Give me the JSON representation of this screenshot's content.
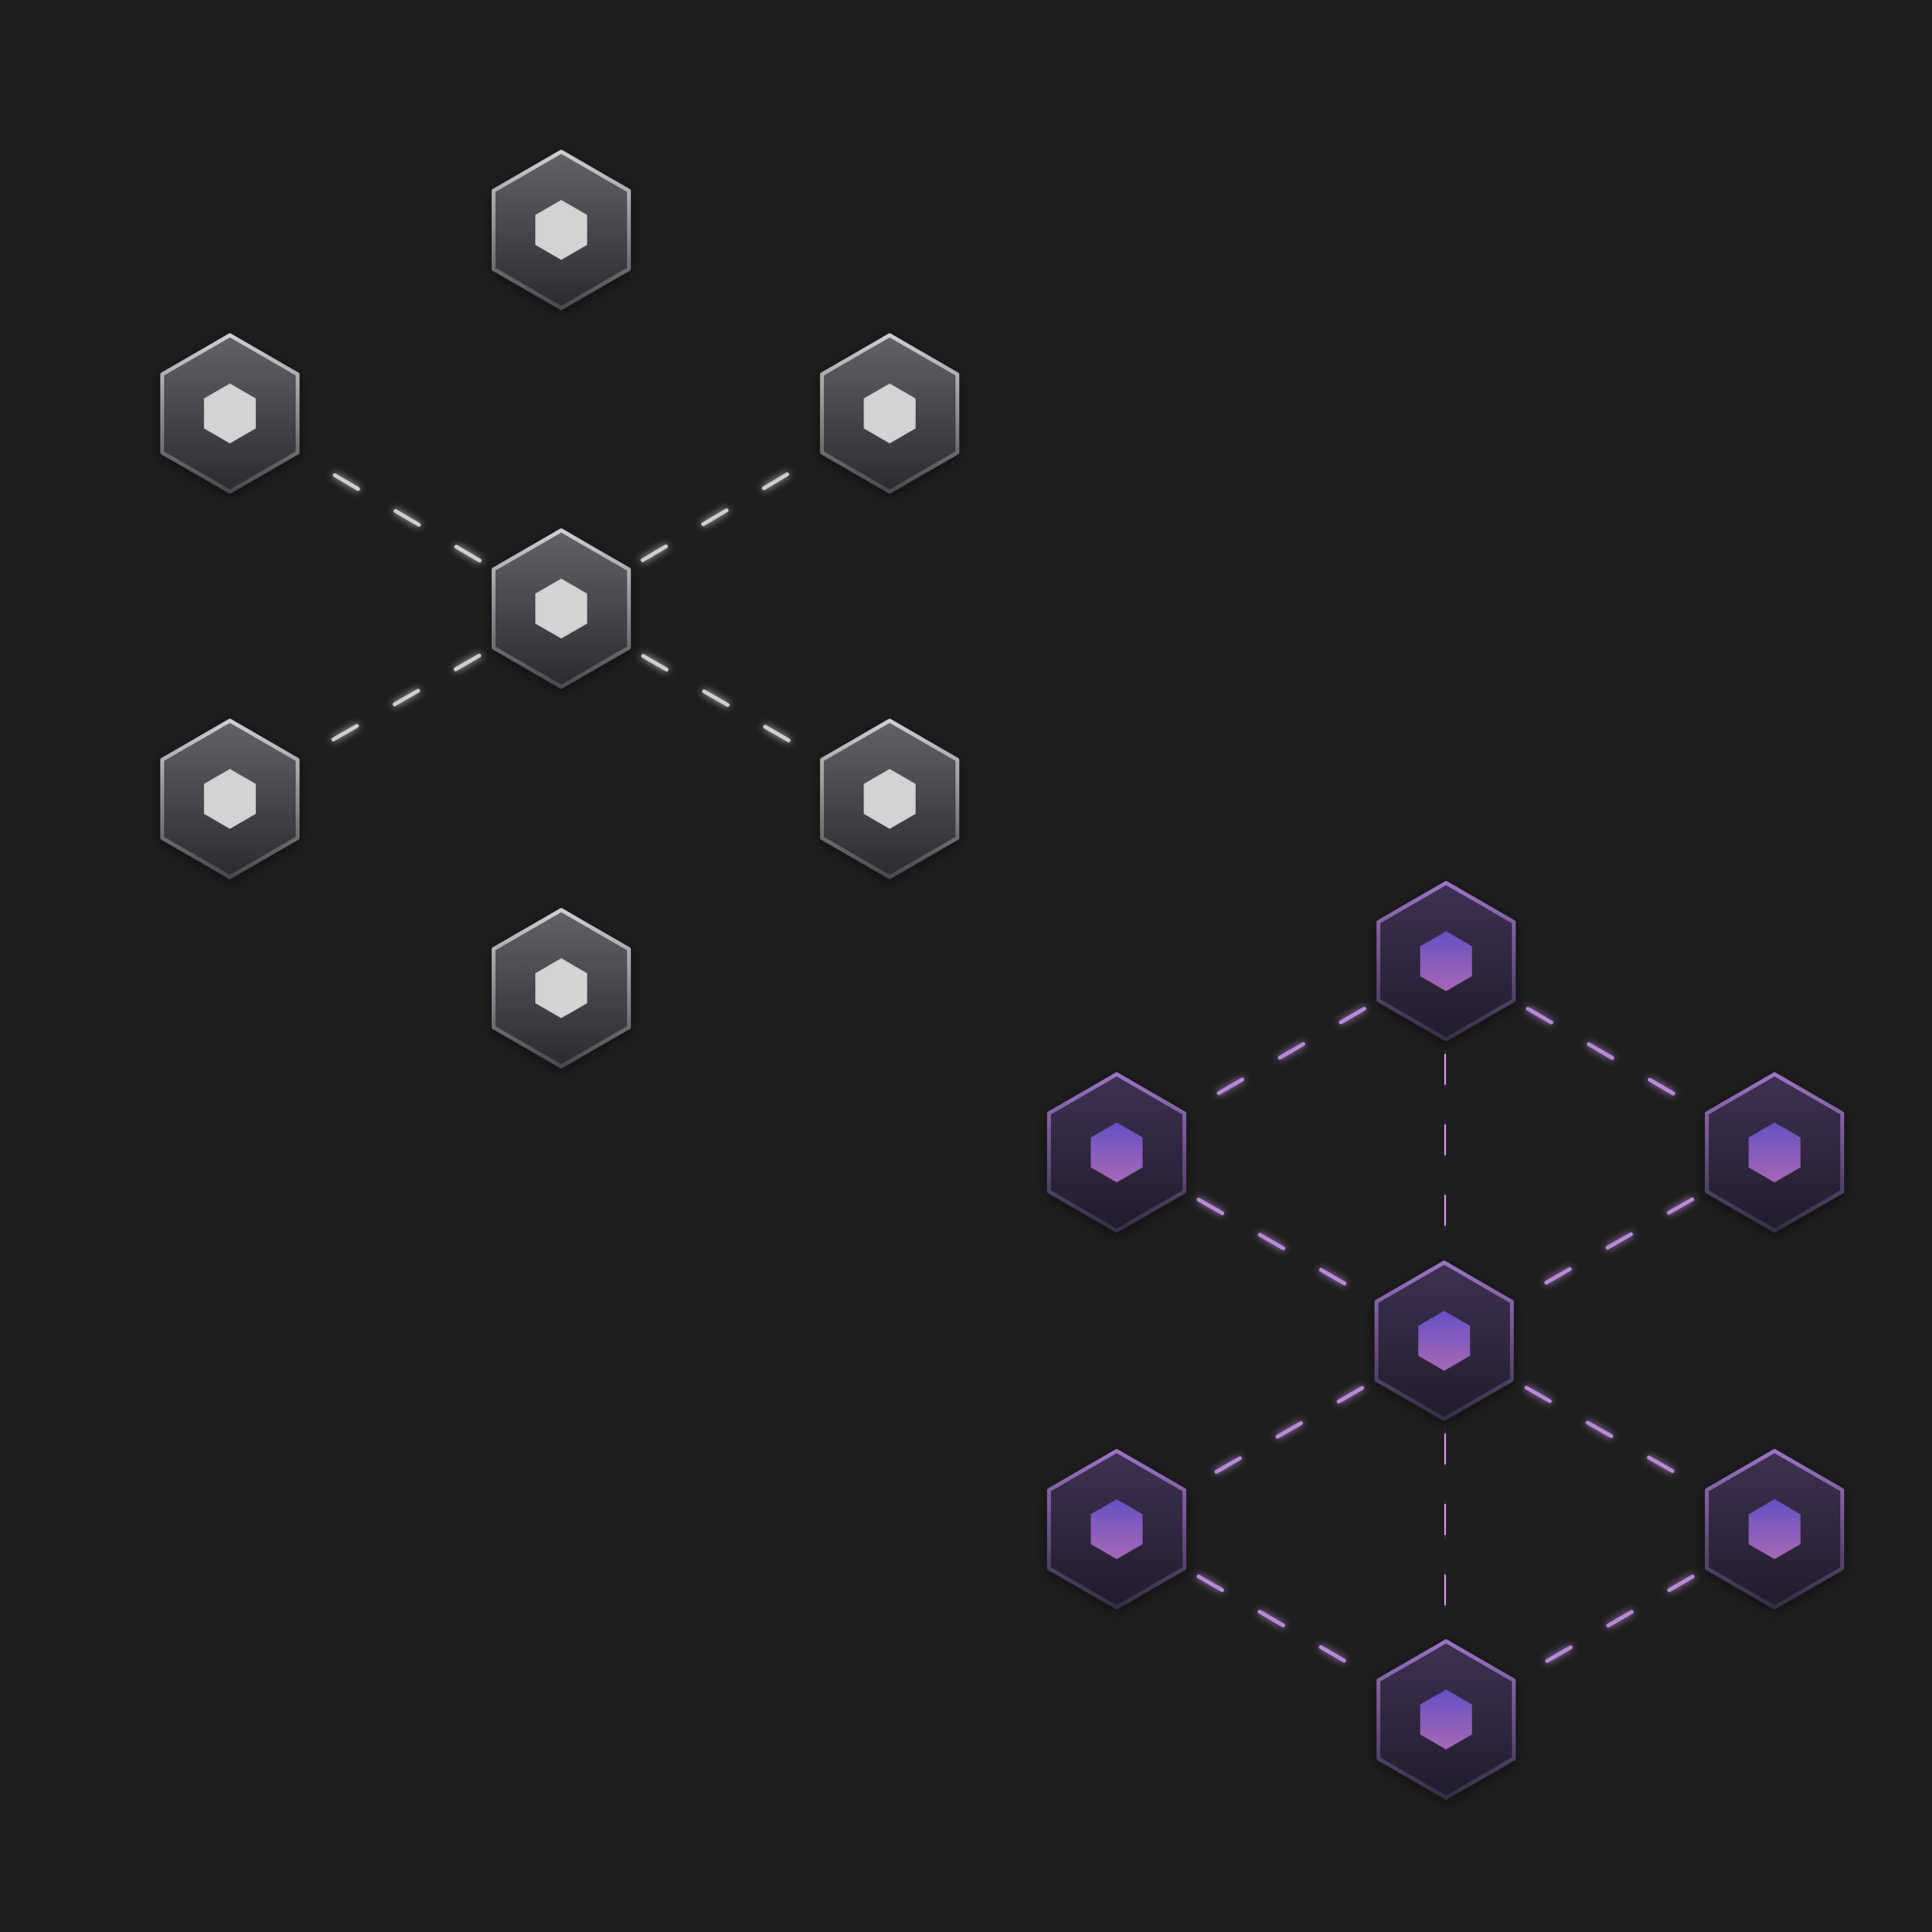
{
  "colors": {
    "background": "#1e1e1e",
    "gray_edge": "#cfcfcf",
    "gray_inner": "#d3d3d3",
    "gray_fill_top": "#626267",
    "gray_fill_bottom": "#2c2c30",
    "gray_stroke_top": "#c8c8cc",
    "gray_stroke_bottom": "#4a4a4e",
    "purple_edge": "#b98ad8",
    "purple_inner_top": "#6e56c2",
    "purple_inner_bottom": "#a166b8",
    "purple_fill_top": "#3d3050",
    "purple_fill_bottom": "#221e2e",
    "purple_stroke_top": "#9a72c4",
    "purple_stroke_bottom": "#3a3348"
  },
  "icon_semantics": {
    "node": "hexagon-node-icon",
    "inner": "hexagon-core-icon"
  },
  "networks": [
    {
      "id": "star",
      "theme": "gray",
      "nodes": [
        {
          "id": "center"
        },
        {
          "id": "top"
        },
        {
          "id": "upper-left"
        },
        {
          "id": "upper-right"
        },
        {
          "id": "lower-left"
        },
        {
          "id": "lower-right"
        },
        {
          "id": "bottom"
        }
      ],
      "links": [
        [
          "center",
          "top"
        ],
        [
          "center",
          "upper-left"
        ],
        [
          "center",
          "upper-right"
        ],
        [
          "center",
          "lower-left"
        ],
        [
          "center",
          "lower-right"
        ],
        [
          "center",
          "bottom"
        ]
      ]
    },
    {
      "id": "mesh",
      "theme": "purple",
      "nodes": [
        {
          "id": "center"
        },
        {
          "id": "top"
        },
        {
          "id": "upper-left"
        },
        {
          "id": "upper-right"
        },
        {
          "id": "lower-left"
        },
        {
          "id": "lower-right"
        },
        {
          "id": "bottom"
        }
      ],
      "links": [
        [
          "top",
          "upper-left"
        ],
        [
          "top",
          "upper-right"
        ],
        [
          "top",
          "center"
        ],
        [
          "upper-left",
          "center"
        ],
        [
          "upper-right",
          "center"
        ],
        [
          "upper-left",
          "lower-left"
        ],
        [
          "upper-right",
          "lower-right"
        ],
        [
          "center",
          "lower-left"
        ],
        [
          "center",
          "lower-right"
        ],
        [
          "center",
          "bottom"
        ],
        [
          "lower-left",
          "bottom"
        ],
        [
          "lower-right",
          "bottom"
        ]
      ]
    }
  ]
}
